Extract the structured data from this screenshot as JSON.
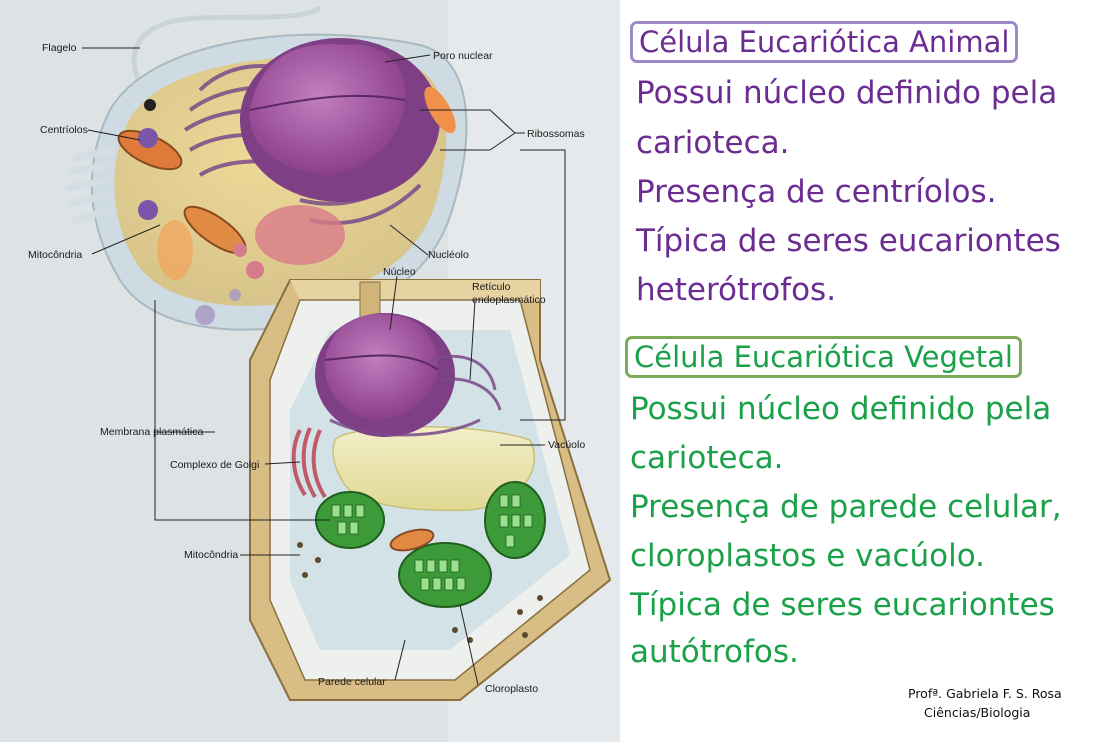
{
  "colors": {
    "animal_text": "#6b2d91",
    "animal_box": "#9e8ac7",
    "plant_text": "#1aa14a",
    "plant_box": "#7cab57",
    "diagram_bg": "#e4e8ea",
    "nucleus": "#9a4e9a",
    "wall": "#d8bd84",
    "chloroplast": "#3c9b38",
    "vacuole": "#efe7a8"
  },
  "diagram": {
    "labels": {
      "flagelo": "Flagelo",
      "poro_nuclear": "Poro nuclear",
      "centriolos": "Centríolos",
      "ribossomas": "Ribossomas",
      "mitocondria_animal": "Mitocôndria",
      "nucleolo": "Nucléolo",
      "nucleo": "Núcleo",
      "reticulo_1": "Retículo",
      "reticulo_2": "endoplasmático",
      "membrana": "Membrana plasmática",
      "vacuolo": "Vacúolo",
      "golgi": "Complexo de Golgi",
      "mitocondria_vegetal": "Mitocôndria",
      "parede": "Parede celular",
      "cloroplasto": "Cloroplasto"
    }
  },
  "animal": {
    "title": "Célula Eucariótica Animal",
    "lines": [
      "Possui núcleo definido pela",
      "carioteca.",
      "Presença de centríolos.",
      "Típica de seres eucariontes",
      "heterótrofos."
    ]
  },
  "plant": {
    "title": "Célula Eucariótica Vegetal",
    "lines": [
      "Possui núcleo definido pela",
      "carioteca.",
      "Presença de parede celular,",
      "cloroplastos e vacúolo.",
      "Típica de seres eucariontes",
      "autótrofos."
    ]
  },
  "credit": {
    "line1": "Profª. Gabriela F. S. Rosa",
    "line2": "Ciências/Biologia"
  }
}
